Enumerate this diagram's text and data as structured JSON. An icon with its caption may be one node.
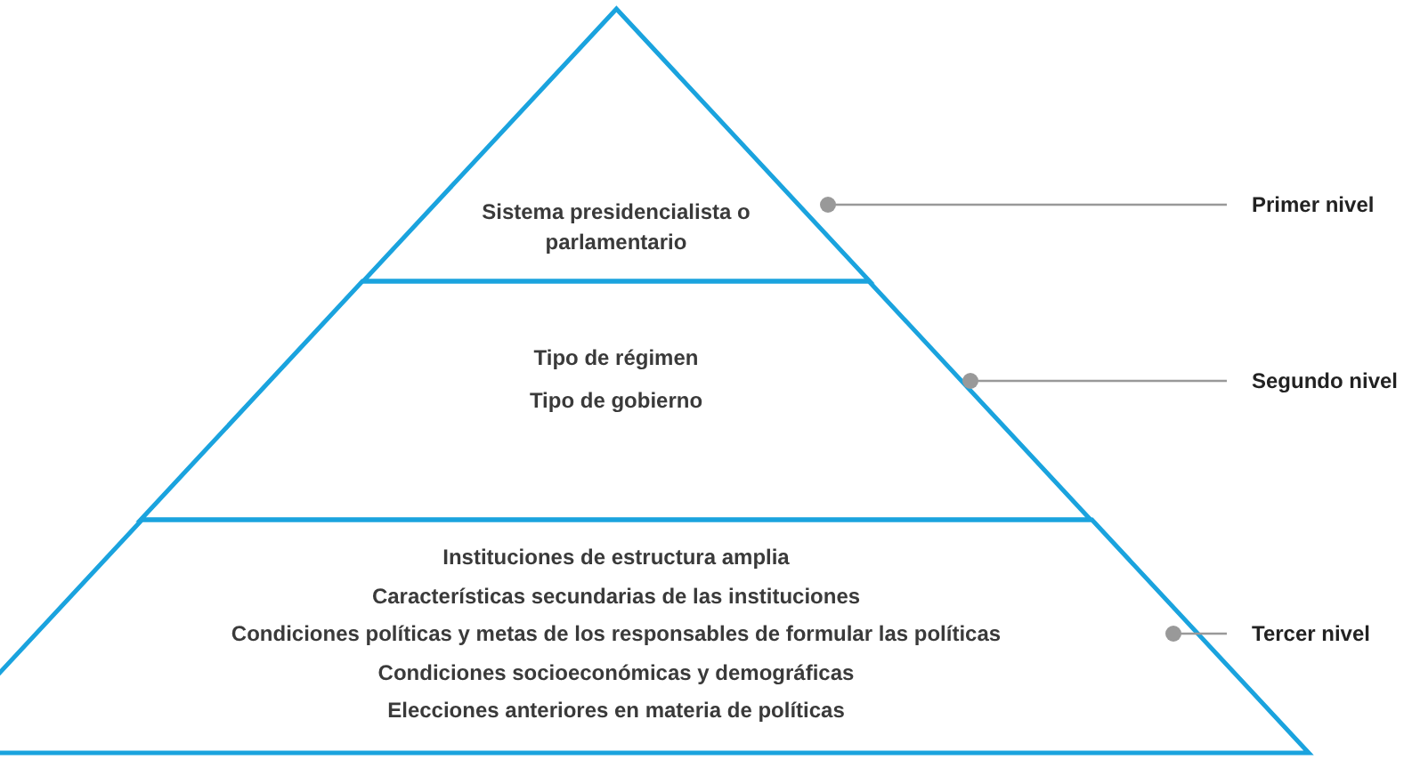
{
  "diagram": {
    "nodes": [
      {
        "text": [
          "Sistema presidencialista o parlamentario"
        ]
      },
      {
        "text": [
          "Tipo de régimen",
          "Tipo de gobierno"
        ]
      },
      {
        "text": [
          "Instituciones de estructura amplia",
          "Características secundarias de las  instituciones",
          "Condiciones políticas y metas de los responsables de formular las políticas",
          "Condiciones socioeconómicas y demográficas",
          "Elecciones anteriores en materia de políticas"
        ]
      },
      {
        "text": [
          "Primer nivel"
        ]
      },
      {
        "text": [
          "Segundo nivel"
        ]
      },
      {
        "text": [
          "Tercer nivel"
        ]
      }
    ],
    "edges": [
      {
        "from": 0,
        "to": 3,
        "arrow": "other"
      },
      {
        "from": 1,
        "to": 4,
        "arrow": "other"
      },
      {
        "from": 2,
        "to": 5,
        "arrow": "other"
      }
    ]
  }
}
